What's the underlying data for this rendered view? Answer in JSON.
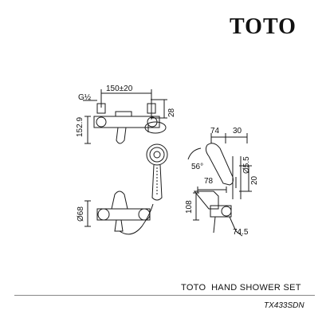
{
  "brand": {
    "logo_text": "TOTO"
  },
  "footer": {
    "title": "TOTO  HAND SHOWER SET",
    "model": "TX433SDN"
  },
  "dimensions": {
    "pipe_thread": "G½",
    "inlet_spacing": "150±20",
    "height_152": "152.9",
    "depth_28": "28",
    "holder_74": "74",
    "holder_30": "30",
    "angle_56": "56°",
    "dia_5_5": "Ø5.5",
    "holder_78": "78",
    "holder_20": "20",
    "height_108": "108",
    "dia_68": "Ø68",
    "dia_74": "74.5"
  },
  "colors": {
    "line": "#1a1a1a",
    "rule": "#888888"
  }
}
